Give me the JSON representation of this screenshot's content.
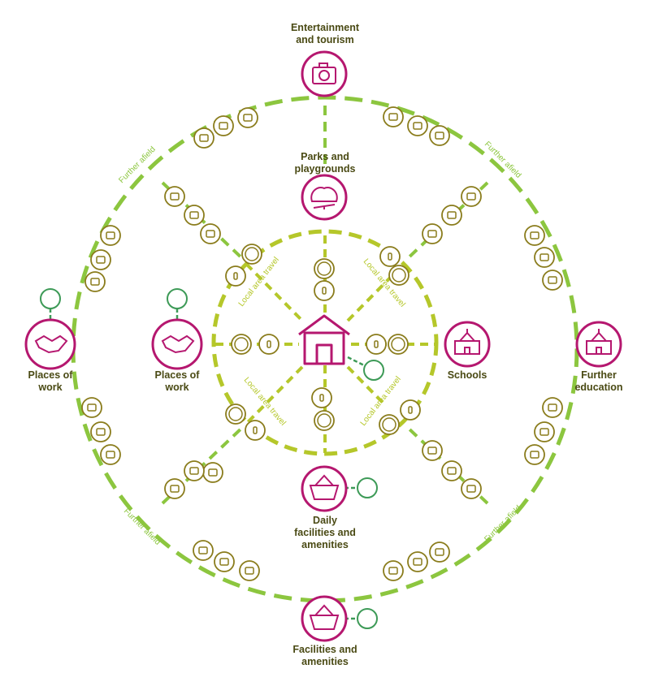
{
  "colors": {
    "magenta": "#b5176f",
    "olive": "#8a7c1c",
    "lime": "#8cc63f",
    "yellow_green": "#b5c72a",
    "teal": "#3d9a57",
    "label_dark": "#4a4a14"
  },
  "center": {
    "name": "home",
    "icon": "house-icon"
  },
  "ring_labels": {
    "local": "Local area travel",
    "further": "Further afield"
  },
  "destinations": {
    "entertainment": {
      "label_line1": "Entertainment",
      "label_line2": "and tourism",
      "icon": "camera-icon"
    },
    "parks": {
      "label_line1": "Parks and",
      "label_line2": "playgrounds",
      "icon": "playground-icon"
    },
    "work_outer": {
      "label_line1": "Places of",
      "label_line2": "work",
      "icon": "handshake-icon"
    },
    "work_inner": {
      "label_line1": "Places of",
      "label_line2": "work",
      "icon": "handshake-icon"
    },
    "schools": {
      "label_line1": "Schools",
      "label_line2": "",
      "icon": "school-icon"
    },
    "further_education": {
      "label_line1": "Further",
      "label_line2": "education",
      "icon": "school-icon"
    },
    "daily_facilities": {
      "label_line1": "Daily",
      "label_line2": "facilities and",
      "label_line3": "amenities",
      "icon": "basket-icon"
    },
    "facilities": {
      "label_line1": "Facilities and",
      "label_line2": "amenities",
      "icon": "basket-icon"
    }
  },
  "transport_modes": [
    "walking",
    "wheel",
    "car",
    "bus",
    "train"
  ]
}
